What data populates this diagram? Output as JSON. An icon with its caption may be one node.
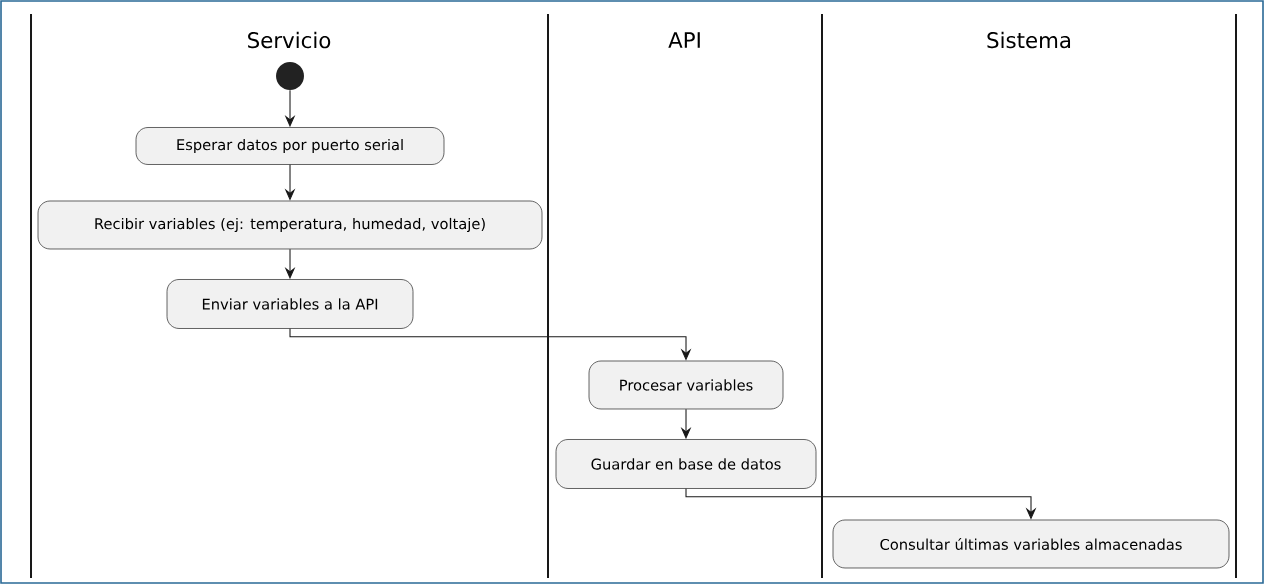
{
  "diagram": {
    "nodes": [
      {
        "text": [
          "Servicio"
        ]
      },
      {
        "text": [
          "API"
        ]
      },
      {
        "text": [
          "Sistema"
        ]
      },
      {
        "text": [],
        "shape": "circle",
        "in": 0
      },
      {
        "text": [
          "Esperar datos por puerto serial"
        ],
        "in": 0
      },
      {
        "text": [
          "Recibir variables (ej: temperatura, humedad, voltaje)"
        ],
        "in": 0
      },
      {
        "text": [
          "Enviar variables a la API"
        ],
        "in": 0
      },
      {
        "text": [
          "Procesar variables"
        ],
        "in": 1
      },
      {
        "text": [
          "Guardar en base de datos"
        ],
        "in": 1
      },
      {
        "text": [
          "Consultar últimas variables almacenadas"
        ],
        "in": 2
      }
    ],
    "edges": [
      {
        "from": 3,
        "to": 4,
        "arrow": "to"
      },
      {
        "from": 4,
        "to": 5,
        "arrow": "to"
      },
      {
        "from": 5,
        "to": 6,
        "arrow": "to"
      },
      {
        "from": 6,
        "to": 7,
        "arrow": "to"
      },
      {
        "from": 7,
        "to": 8,
        "arrow": "to"
      },
      {
        "from": 8,
        "to": 9,
        "arrow": "to"
      }
    ]
  }
}
